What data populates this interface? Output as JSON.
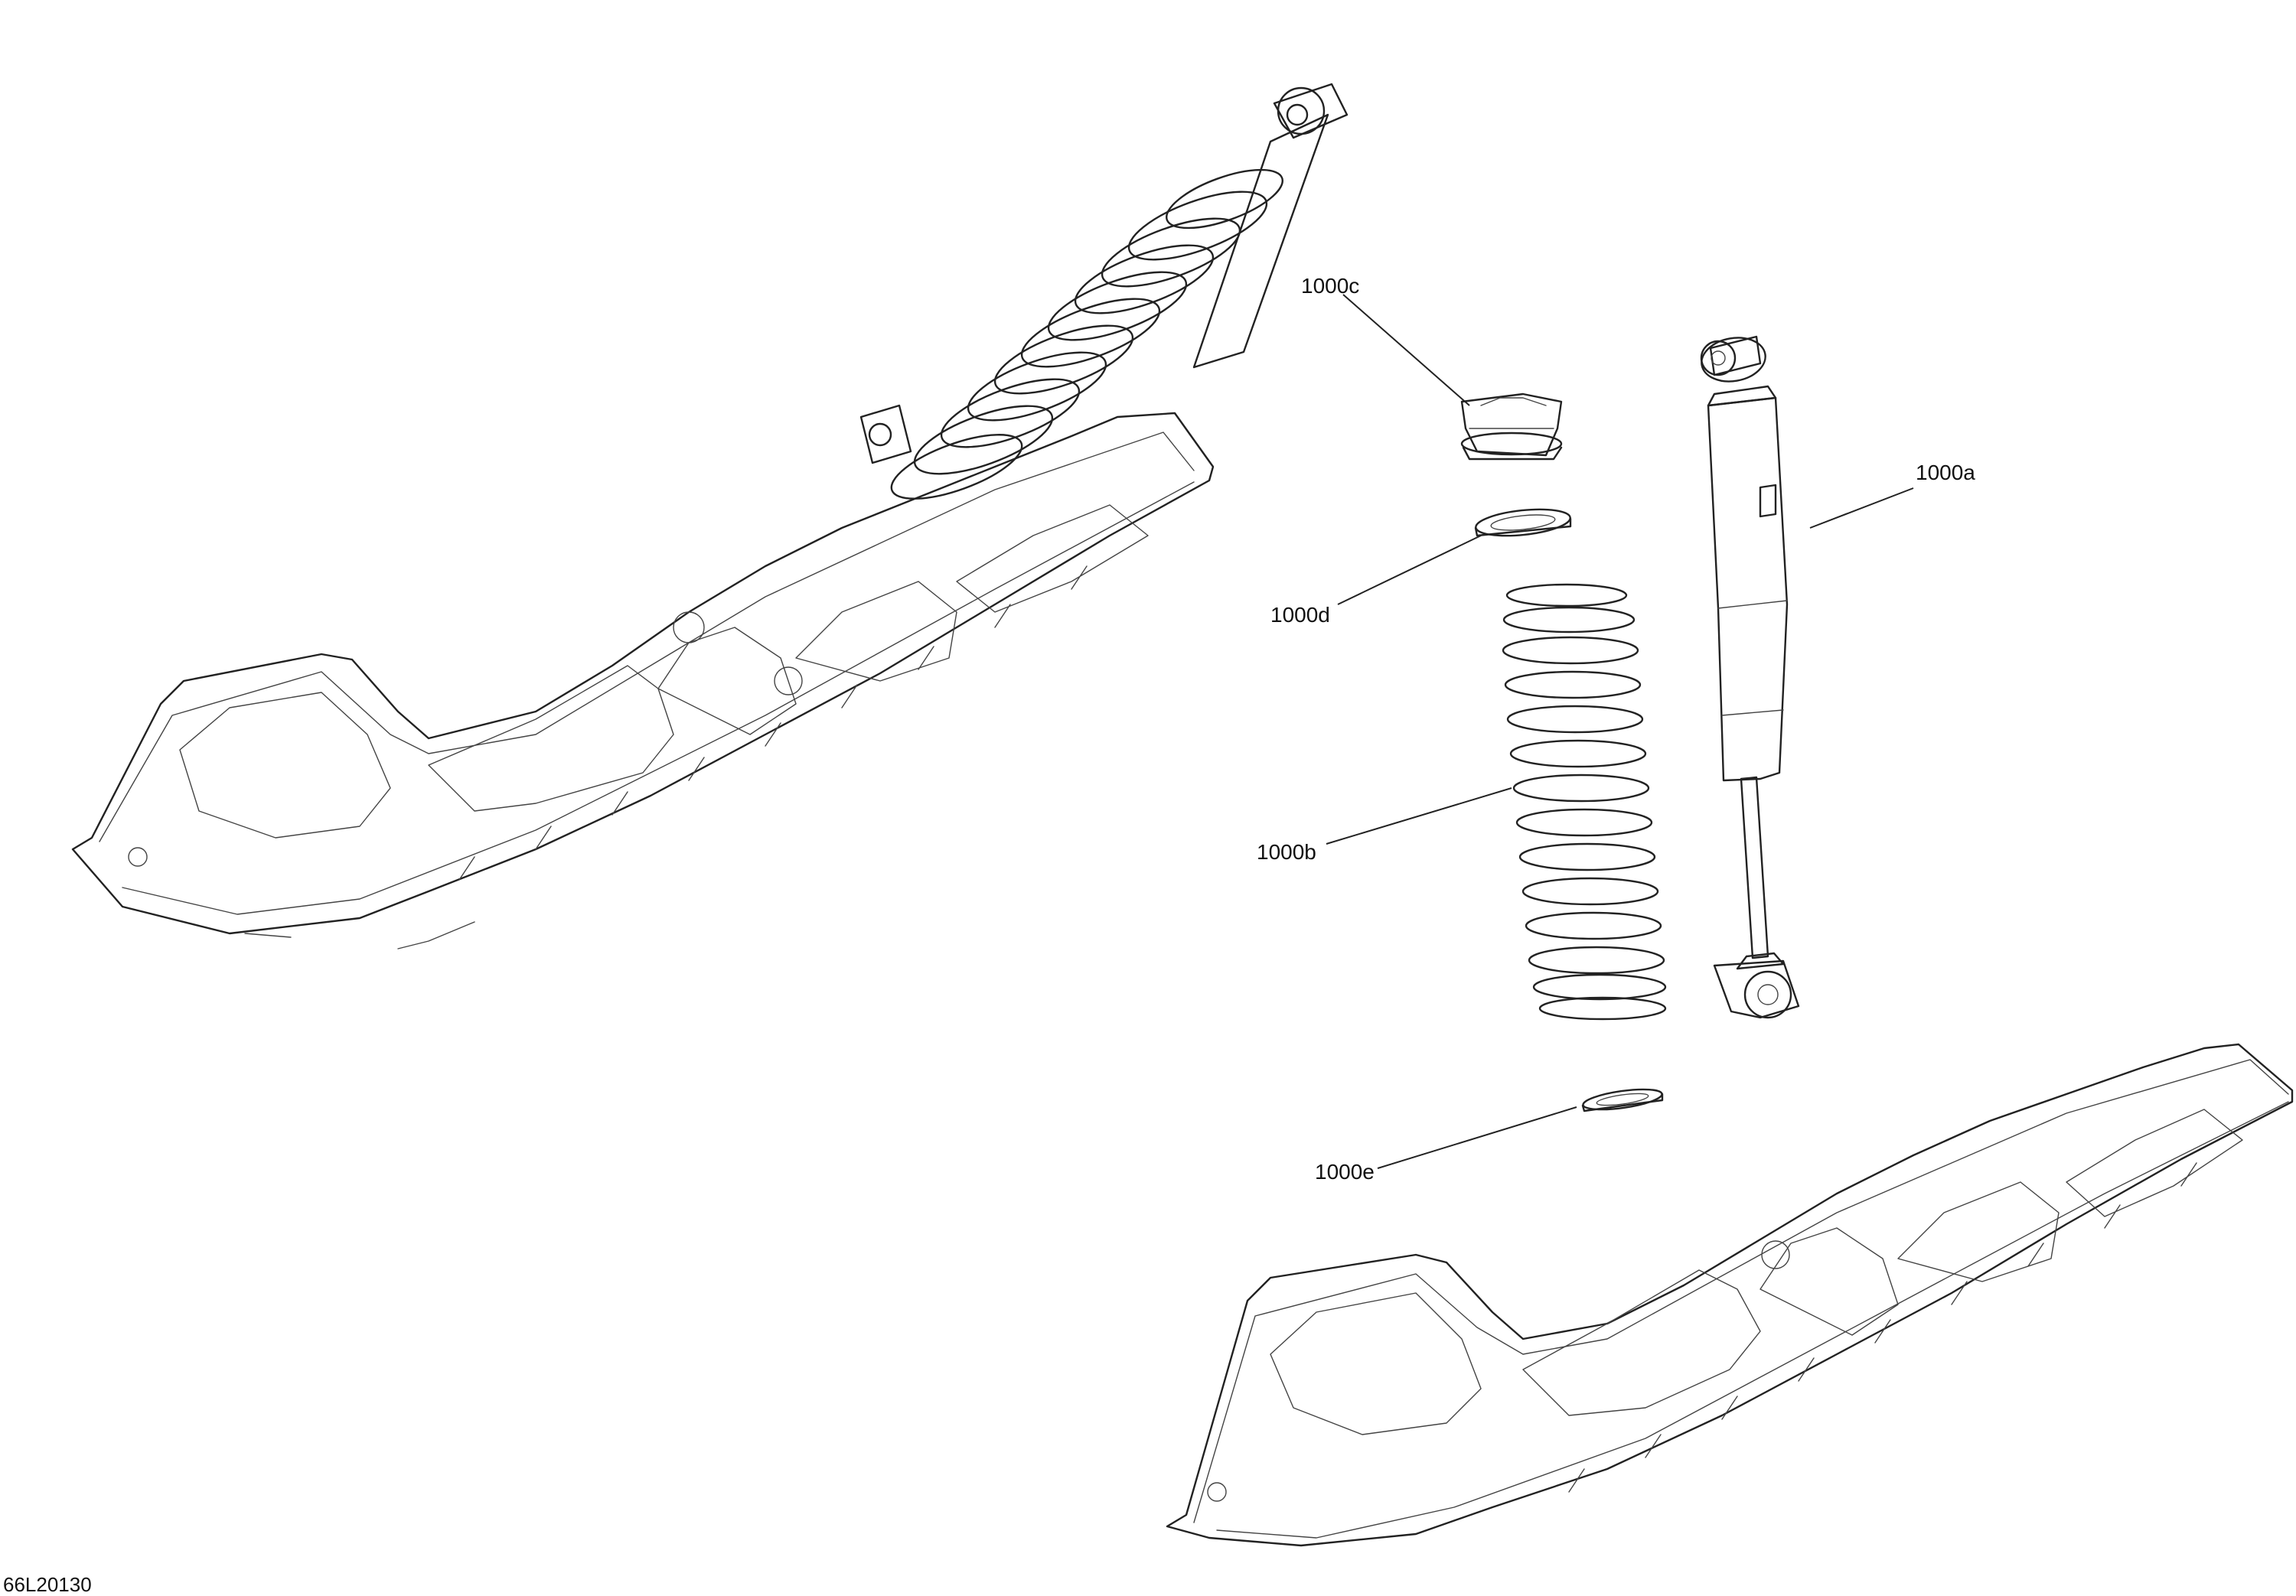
{
  "callouts": {
    "c1000a": "1000a",
    "c1000b": "1000b",
    "c1000c": "1000c",
    "c1000d": "1000d",
    "c1000e": "1000e"
  },
  "figure_id": "66L20130",
  "colors": {
    "line": "#222222",
    "background": "#ffffff"
  }
}
